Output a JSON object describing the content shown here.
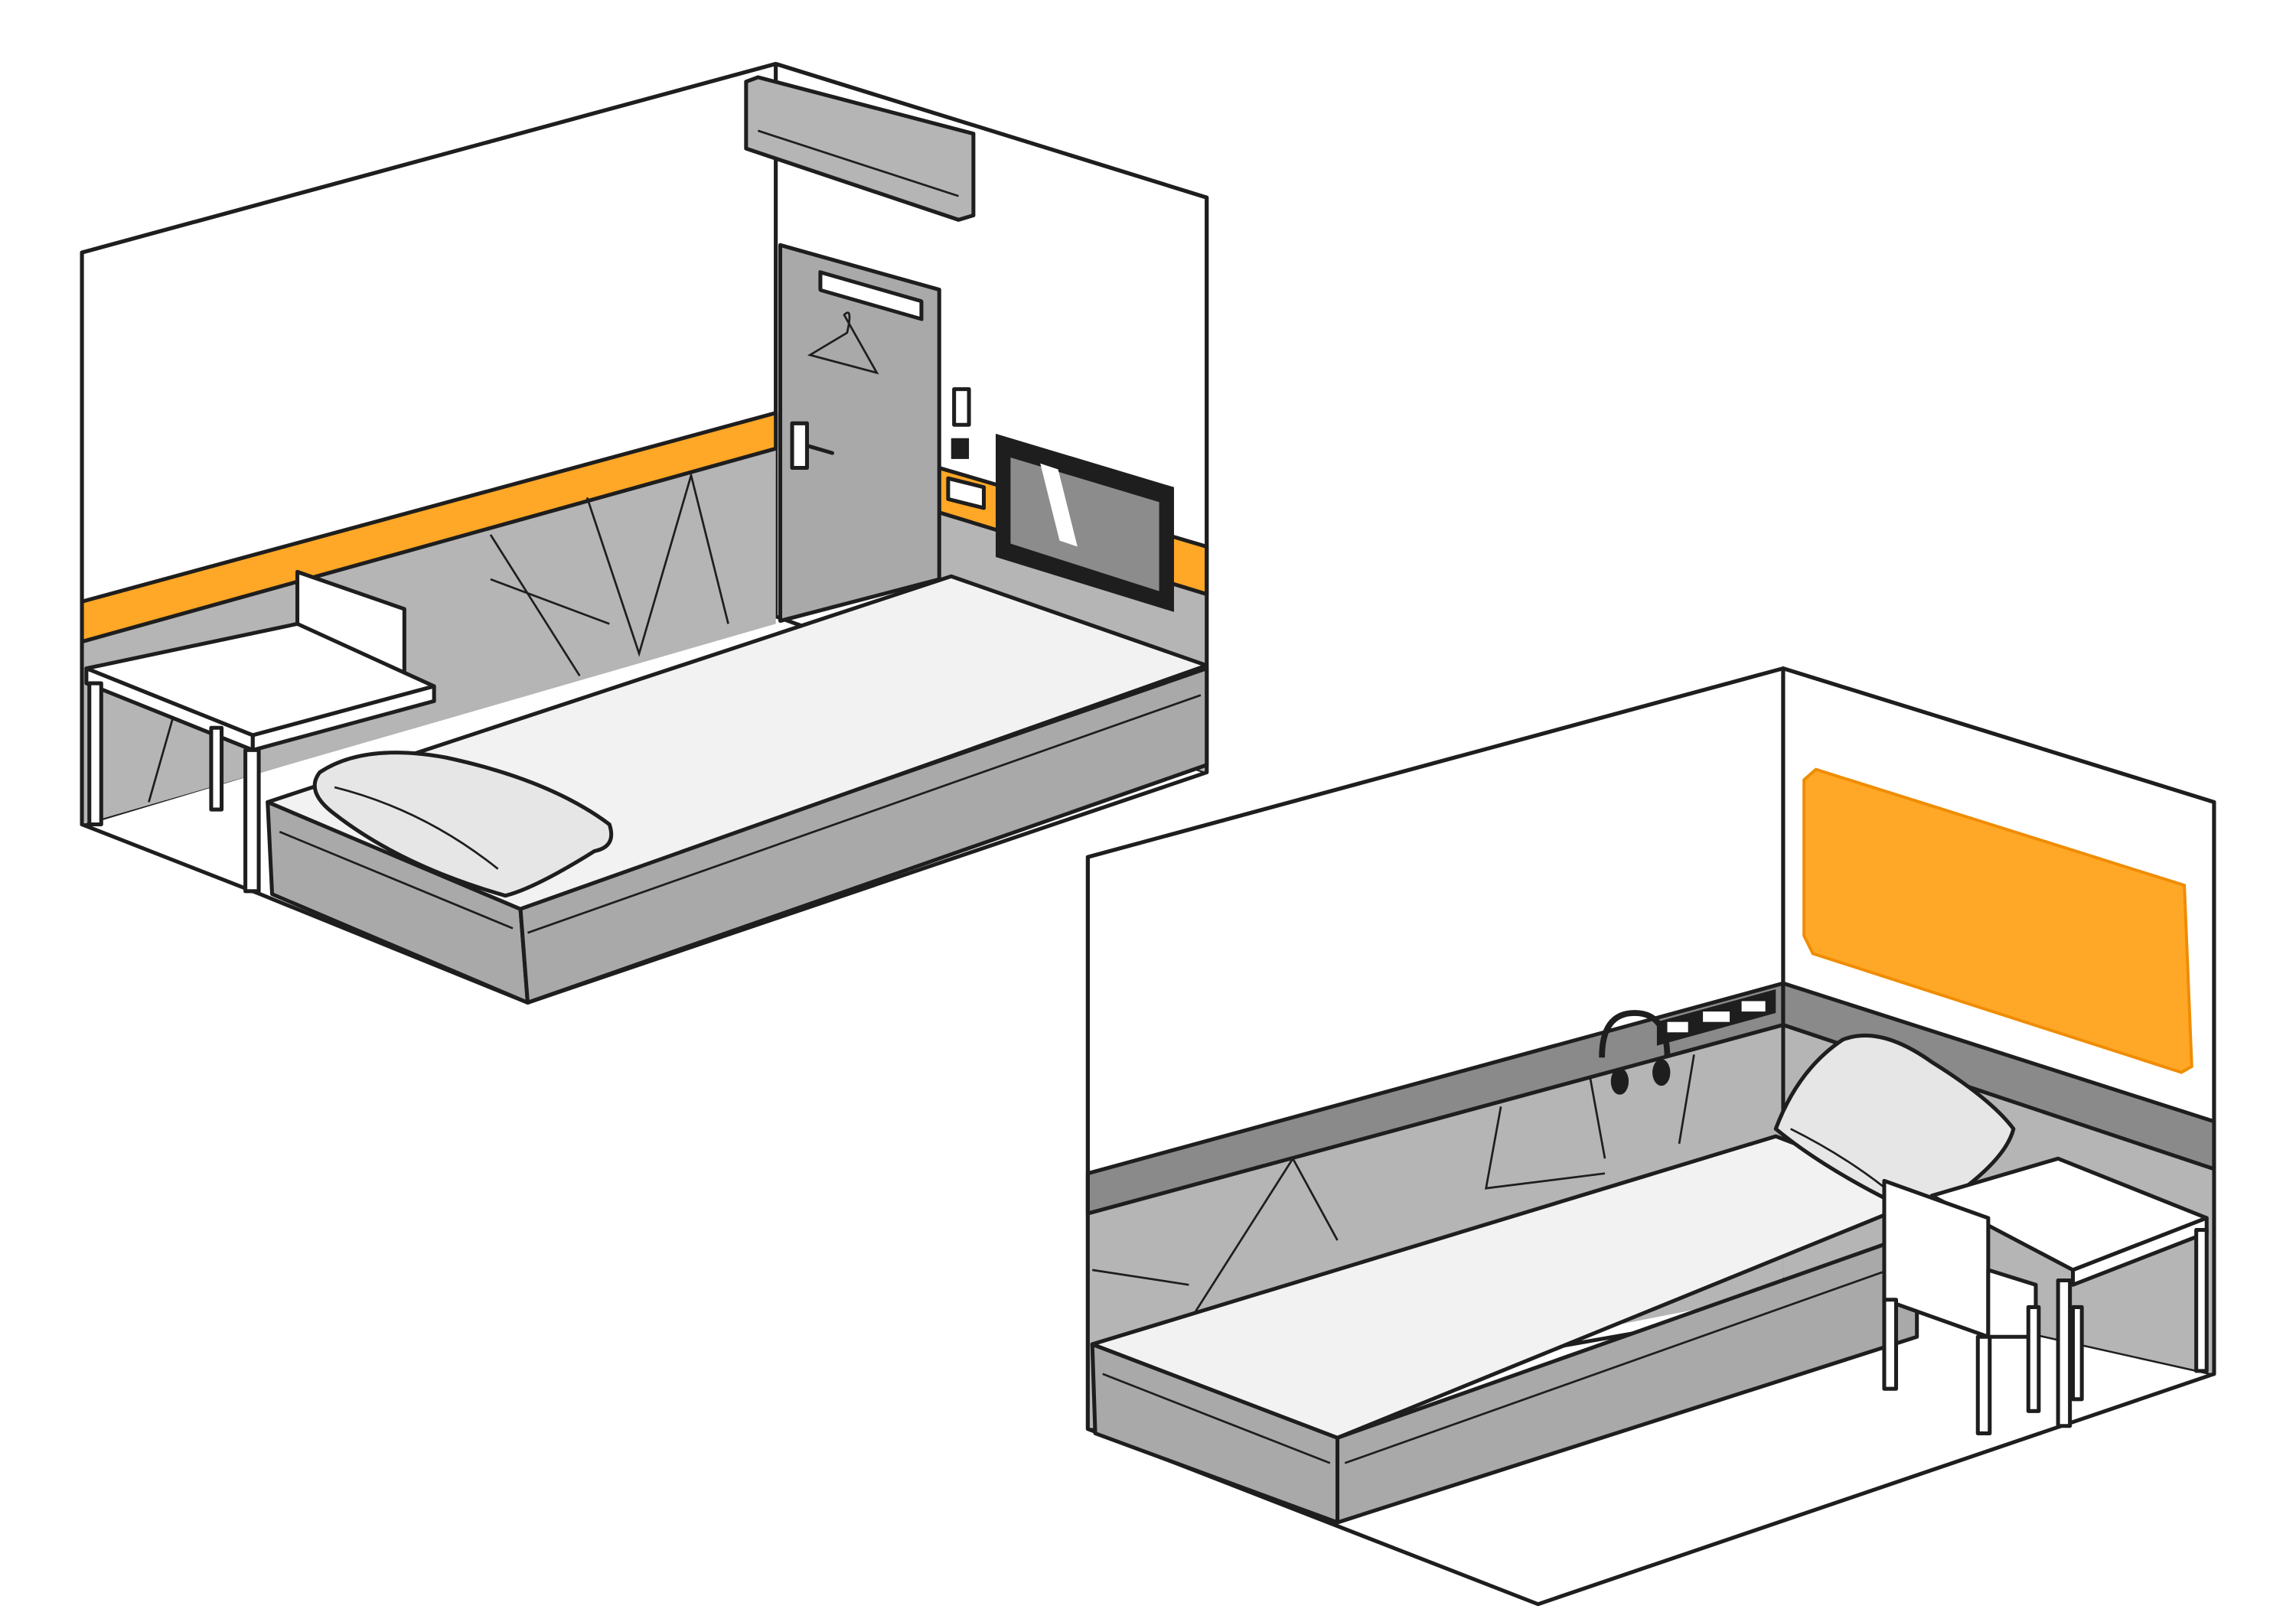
{
  "colors": {
    "wall": "#ffffff",
    "accent_orange": "#FFA726",
    "wainscot_gray": "#b5b5b5",
    "dark_stripe": "#8a8a8a",
    "bed_top": "#f2f2f2",
    "bed_side": "#a9a9a9",
    "outline": "#1e1e1e"
  },
  "rooms": [
    {
      "id": "room-1",
      "items": [
        "air-conditioner-icon",
        "door-icon",
        "coat-hook-icon",
        "hanger-icon",
        "door-handle-icon",
        "key-card-switch-icon",
        "wall-socket-icon",
        "tv-icon",
        "bed-icon",
        "pillow-icon",
        "desk-icon",
        "chair-icon",
        "orange-wall-stripe"
      ]
    },
    {
      "id": "room-2",
      "items": [
        "orange-wall-panel",
        "headphones-icon",
        "wall-socket-strip-icon",
        "bed-icon",
        "pillow-icon",
        "desk-icon",
        "chair-icon",
        "gray-wall-stripe"
      ]
    }
  ]
}
